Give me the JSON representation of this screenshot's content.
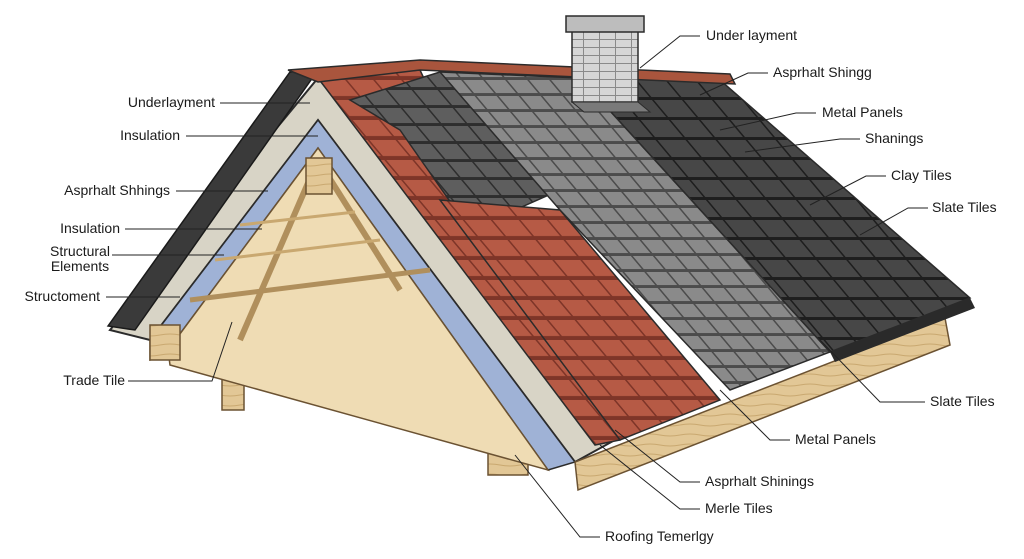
{
  "labels_left": [
    "Underlayment",
    "Insulation",
    "Asprhalt Shhings",
    "Insulation",
    "Structural\nElements",
    "Structoment",
    "Trade Tile"
  ],
  "labels_right": [
    "Under layment",
    "Asprhalt Shingg",
    "Metal Panels",
    "Shanings",
    "Clay Tiles",
    "Slate Tiles",
    "Slate Tiles",
    "Metal Panels",
    "Asprhalt Shinings",
    "Merle Tiles",
    "Roofing Temerlgy"
  ],
  "colors": {
    "clay_tile": "#b65a45",
    "clay_tile_dark": "#7e3528",
    "asphalt": "#5a5a5a",
    "slate_light": "#8c8c8c",
    "slate_dark": "#444444",
    "wood": "#e2c796",
    "wood_dark": "#b08f5c",
    "insulation": "#9fb2d6",
    "underlayment": "#d8d4c6",
    "leader_line": "#222222"
  }
}
